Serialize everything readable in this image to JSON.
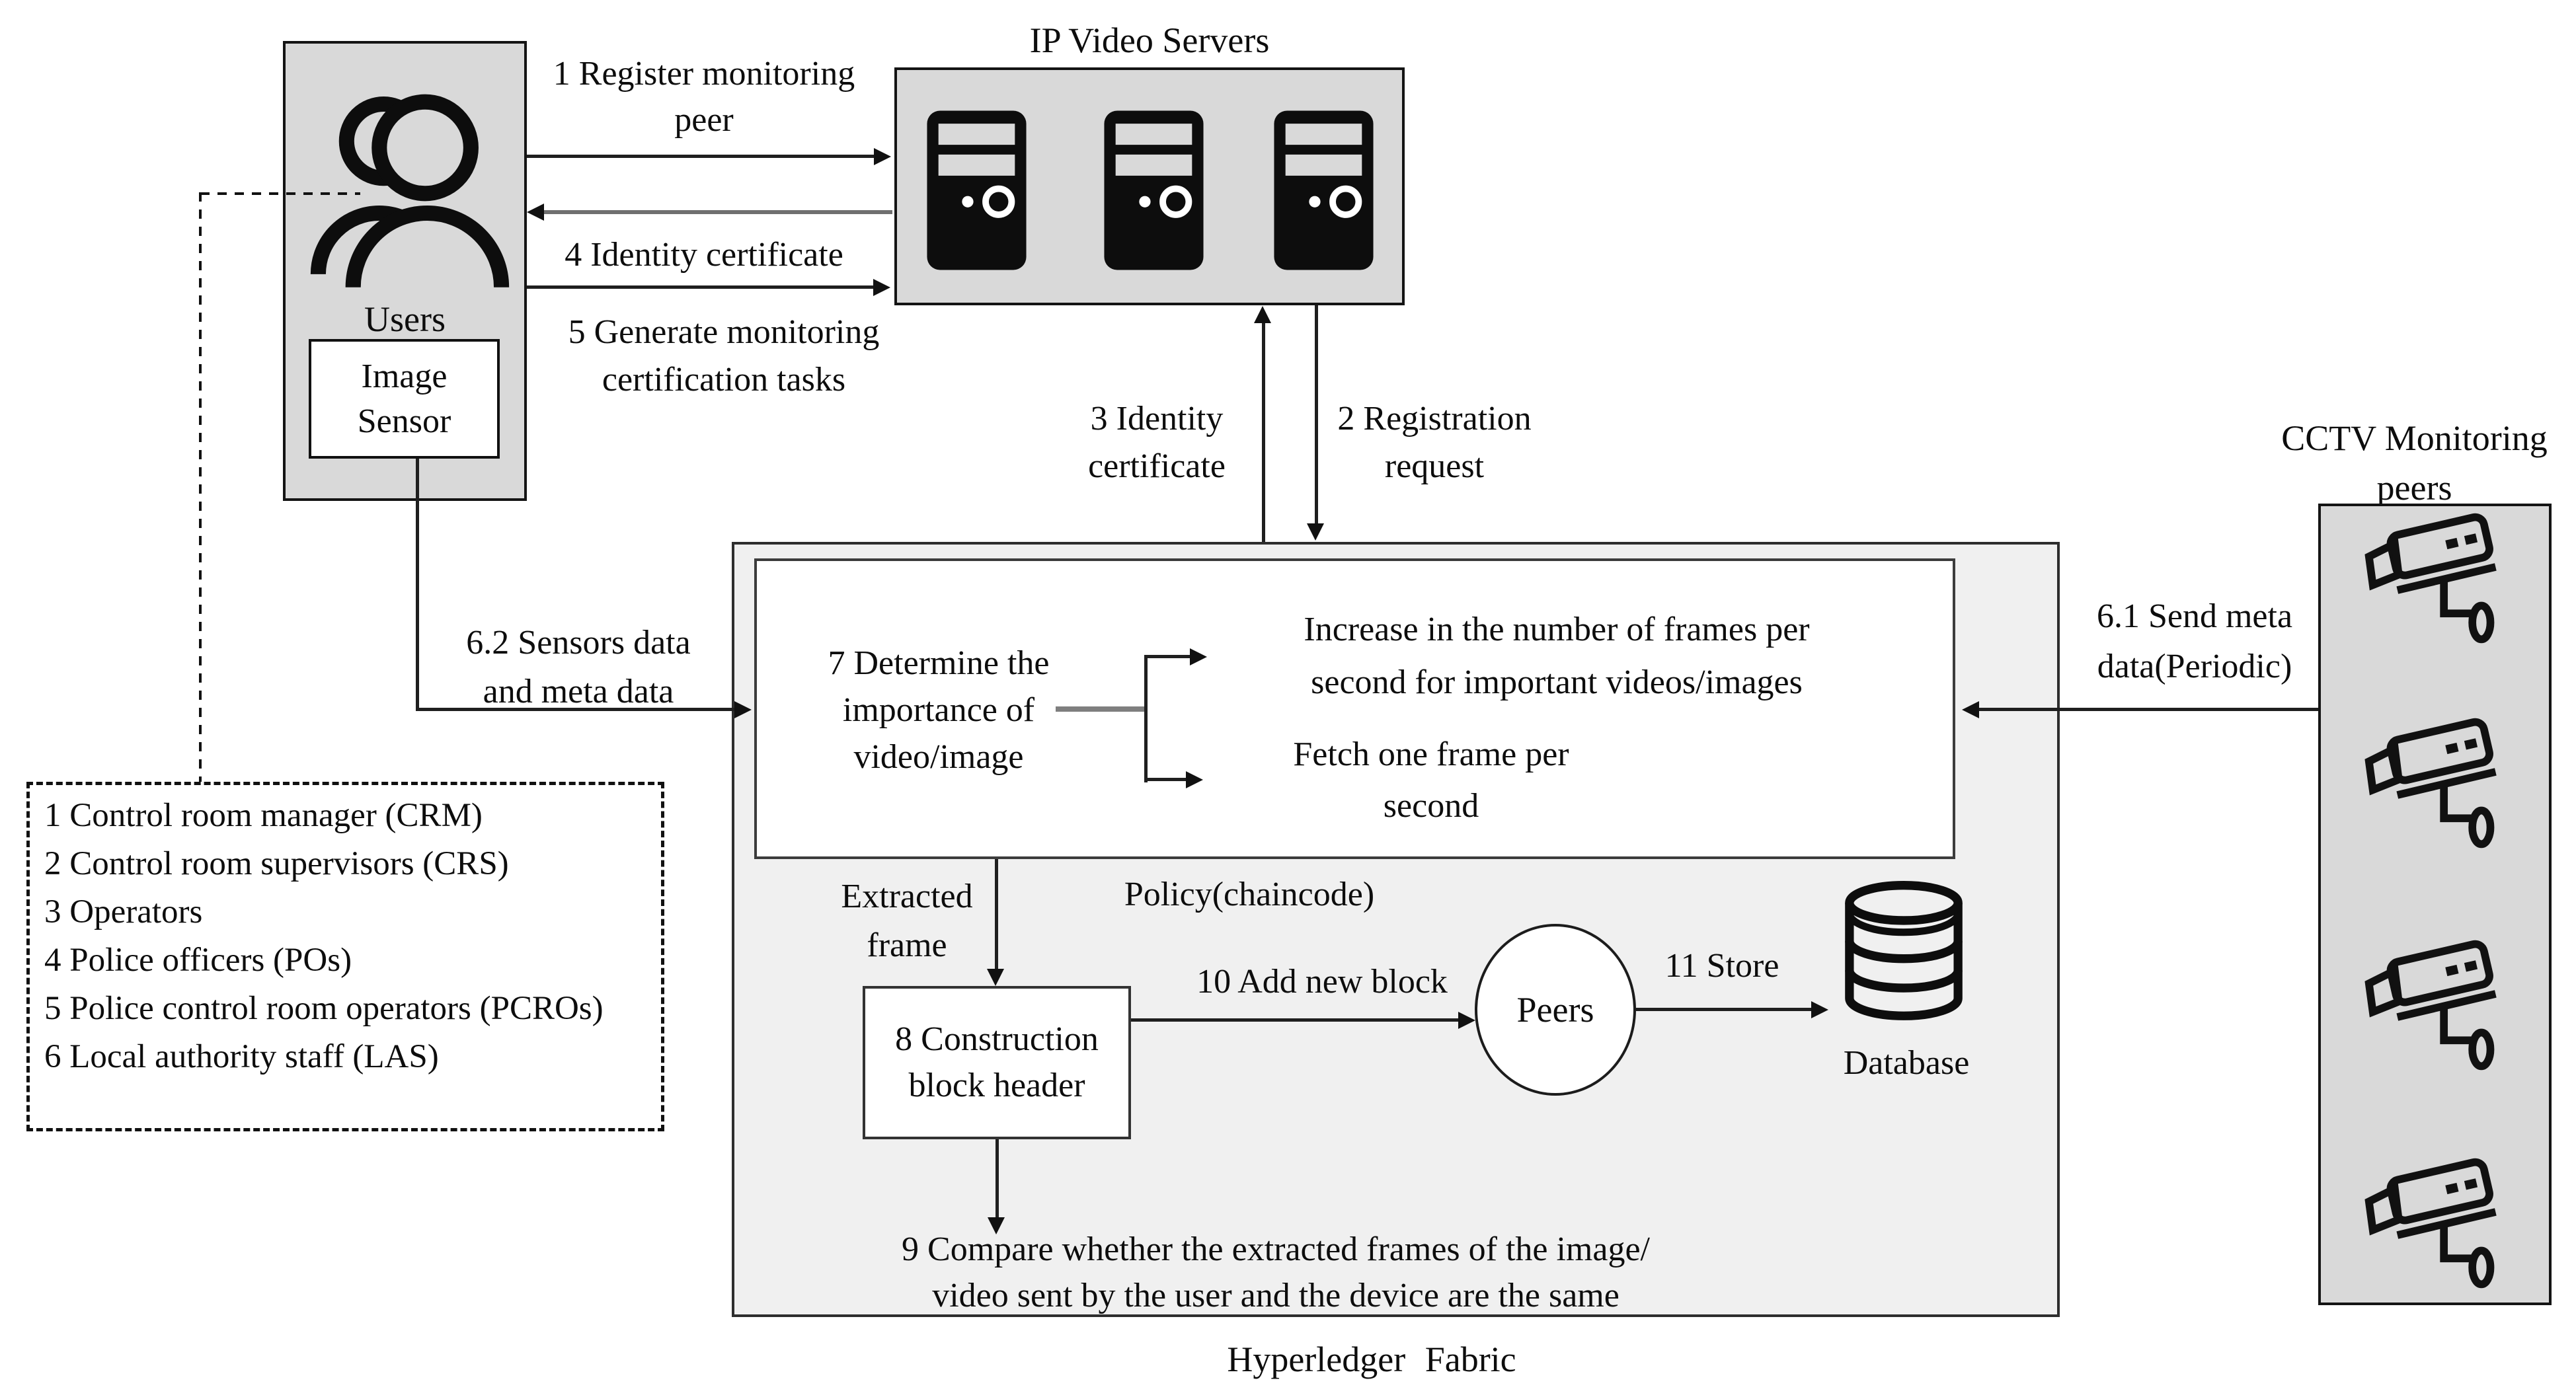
{
  "users": {
    "title": "Users",
    "sensor": [
      "Image",
      "Sensor"
    ]
  },
  "ip_servers": {
    "title": "IP Video Servers"
  },
  "cctv": {
    "title": [
      "CCTV Monitoring",
      "peers"
    ]
  },
  "hyperledger": {
    "title": "Hyperledger Fabric"
  },
  "policy": {
    "label": "Policy(chaincode)",
    "branch_increase": [
      "Increase in the number of frames per",
      "second for important videos/images"
    ],
    "branch_fetch": [
      "Fetch one frame per",
      "second"
    ],
    "extracted": [
      "Extracted",
      "frame"
    ]
  },
  "flows": {
    "f1": [
      "1 Register monitoring",
      "peer"
    ],
    "f2": [
      "2 Registration",
      "request"
    ],
    "f3": [
      "3 Identity",
      "certificate"
    ],
    "f4": "4 Identity certificate",
    "f5": [
      "5 Generate monitoring",
      "certification tasks"
    ],
    "f61": [
      "6.1 Send meta",
      "data(Periodic)"
    ],
    "f62": [
      "6.2 Sensors data",
      "and meta data"
    ],
    "f7": [
      "7 Determine the",
      "importance of",
      "video/image"
    ],
    "f8": [
      "8 Construction",
      "block header"
    ],
    "f9": [
      "9 Compare whether the extracted frames of the image/",
      "video sent by the user and the device are the same"
    ],
    "f10": "10 Add new block",
    "f11": "11 Store"
  },
  "nodes": {
    "peers": "Peers",
    "database": "Database"
  },
  "roles": {
    "items": [
      "1 Control room manager (CRM)",
      "2 Control room supervisors (CRS)",
      "3 Operators",
      "4 Police officers (POs)",
      "5 Police control room operators (PCROs)",
      "6 Local authority staff (LAS)"
    ]
  },
  "icons": {
    "users": "people-icon",
    "server": "server-tower-icon",
    "camera": "cctv-camera-icon",
    "peers": "peers-ellipse-node",
    "database": "database-cylinder-icon"
  },
  "colors": {
    "panel_fill": "#d9d9d9",
    "fabric_fill": "#f0f0f0",
    "node_fill": "#ffffff",
    "line": "#1f1f1f",
    "text": "#0d0d0d"
  }
}
